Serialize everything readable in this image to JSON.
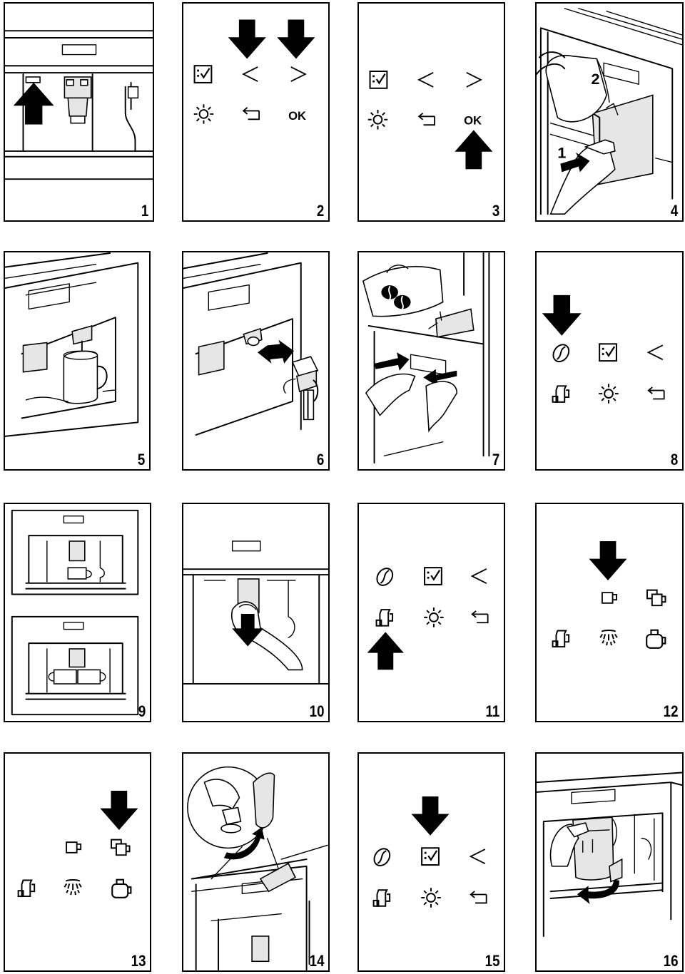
{
  "panels": [
    {
      "number": "1"
    },
    {
      "number": "2",
      "ok_label": "OK"
    },
    {
      "number": "3",
      "ok_label": "OK"
    },
    {
      "number": "4",
      "step_labels": [
        "2",
        "1"
      ]
    },
    {
      "number": "5"
    },
    {
      "number": "6"
    },
    {
      "number": "7"
    },
    {
      "number": "8"
    },
    {
      "number": "9"
    },
    {
      "number": "10"
    },
    {
      "number": "11"
    },
    {
      "number": "12"
    },
    {
      "number": "13"
    },
    {
      "number": "14"
    },
    {
      "number": "15"
    },
    {
      "number": "16"
    }
  ],
  "icons": [
    "checklist-icon",
    "chevron-left-icon",
    "chevron-right-icon",
    "light-icon",
    "back-icon",
    "coffee-bean-icon",
    "milk-jug-icon",
    "cup-icon",
    "double-cup-icon",
    "steam-icon",
    "pot-icon",
    "arrow-down-icon",
    "arrow-up-icon"
  ]
}
